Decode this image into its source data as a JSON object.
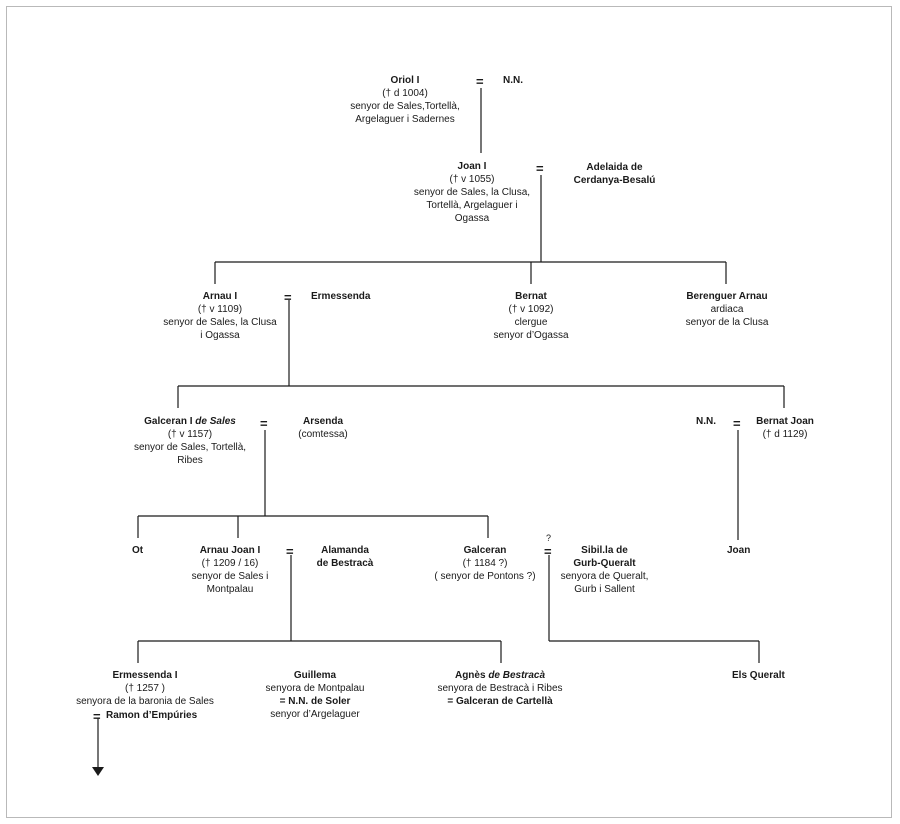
{
  "colors": {
    "line": "#1a1a1a",
    "frame": "#b9b9b9",
    "background": "#ffffff"
  },
  "symbols": {
    "married": "=",
    "uncertain": "?"
  },
  "gen1": {
    "oriol": {
      "name": "Oriol I",
      "dates": "(† d 1004)",
      "title1": "senyor de Sales,Tortellà,",
      "title2": "Argelaguer i Sadernes"
    },
    "spouse": "N.N."
  },
  "gen2": {
    "joan": {
      "name": "Joan I",
      "dates": "(† v 1055)",
      "title1": "senyor de Sales, la Clusa,",
      "title2": "Tortellà, Argelaguer i",
      "title3": "Ogassa"
    },
    "spouse1": "Adelaida de",
    "spouse2": "Cerdanya-Besalú"
  },
  "gen3": {
    "arnau": {
      "name": "Arnau I",
      "dates": "(† v 1109)",
      "title1": "senyor de Sales, la Clusa",
      "title2": "i Ogassa"
    },
    "arnau_spouse": "Ermessenda",
    "bernat": {
      "name": "Bernat",
      "dates": "(† v 1092)",
      "title1": "clergue",
      "title2": "senyor d’Ogassa"
    },
    "berenguer": {
      "name": "Berenguer Arnau",
      "title1": "ardiaca",
      "title2": "senyor de la Clusa"
    }
  },
  "gen4": {
    "galceran": {
      "name": "Galceran I",
      "name_suffix": "de Sales",
      "dates": "(† v 1157)",
      "title1": "senyor de Sales, Tortellà,",
      "title2": "Ribes"
    },
    "galceran_spouse": {
      "name": "Arsenda",
      "note": "(comtessa)"
    },
    "nn": "N.N.",
    "bernat_joan": {
      "name": "Bernat Joan",
      "dates": "(† d 1129)"
    }
  },
  "gen5": {
    "ot": "Ot",
    "arnau_joan": {
      "name": "Arnau Joan I",
      "dates": "(† 1209 / 16)",
      "title1": "senyor de Sales i",
      "title2": "Montpalau"
    },
    "alamanda1": "Alamanda",
    "alamanda2": "de Bestracà",
    "galceran": {
      "name": "Galceran",
      "dates": "(† 1184  ?)",
      "title1": "( senyor de Pontons ?)"
    },
    "sibilla": {
      "name1": "Sibil.la de",
      "name2": "Gurb-Queralt",
      "title1": "senyora de Queralt,",
      "title2": "Gurb i Sallent"
    },
    "joan": "Joan"
  },
  "gen6": {
    "ermessenda": {
      "name": "Ermessenda I",
      "dates": "(† 1257 )",
      "title1": "senyora de la baronia de Sales",
      "spouse": "Ramon d’Empúries"
    },
    "guillema": {
      "name": "Guillema",
      "title1": "senyora de Montpalau",
      "spouse": "N.N. de Soler",
      "title2": "senyor d’Argelaguer"
    },
    "agnes": {
      "name": "Agnès",
      "name_suffix": "de Bestracà",
      "title1": "senyora de Bestracà i Ribes",
      "spouse": "Galceran de Cartellà"
    },
    "els_queralt": "Els Queralt"
  }
}
